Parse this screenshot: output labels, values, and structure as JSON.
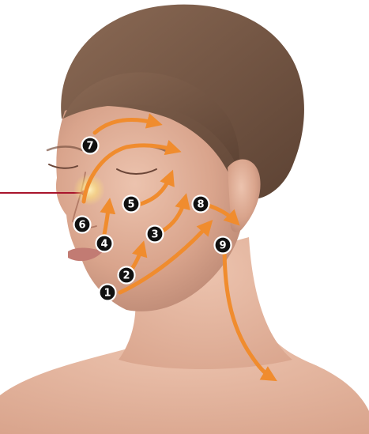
{
  "diagram": {
    "colors": {
      "arrow": "#f08c2e",
      "arrow_highlight": "#ffd36a",
      "pointer_line": "#a8152c",
      "marker_fill": "#111111",
      "marker_ring": "#ffffff",
      "skin_light": "#ecc3ae",
      "skin_mid": "#d9a48c",
      "skin_dark": "#b98672",
      "hair_light": "#8b6a55",
      "hair_dark": "#5c4233"
    },
    "markers": [
      {
        "id": "1",
        "label": "1"
      },
      {
        "id": "2",
        "label": "2"
      },
      {
        "id": "3",
        "label": "3"
      },
      {
        "id": "4",
        "label": "4"
      },
      {
        "id": "5",
        "label": "5"
      },
      {
        "id": "6",
        "label": "6"
      },
      {
        "id": "7",
        "label": "7"
      },
      {
        "id": "8",
        "label": "8"
      },
      {
        "id": "9",
        "label": "9"
      }
    ]
  }
}
